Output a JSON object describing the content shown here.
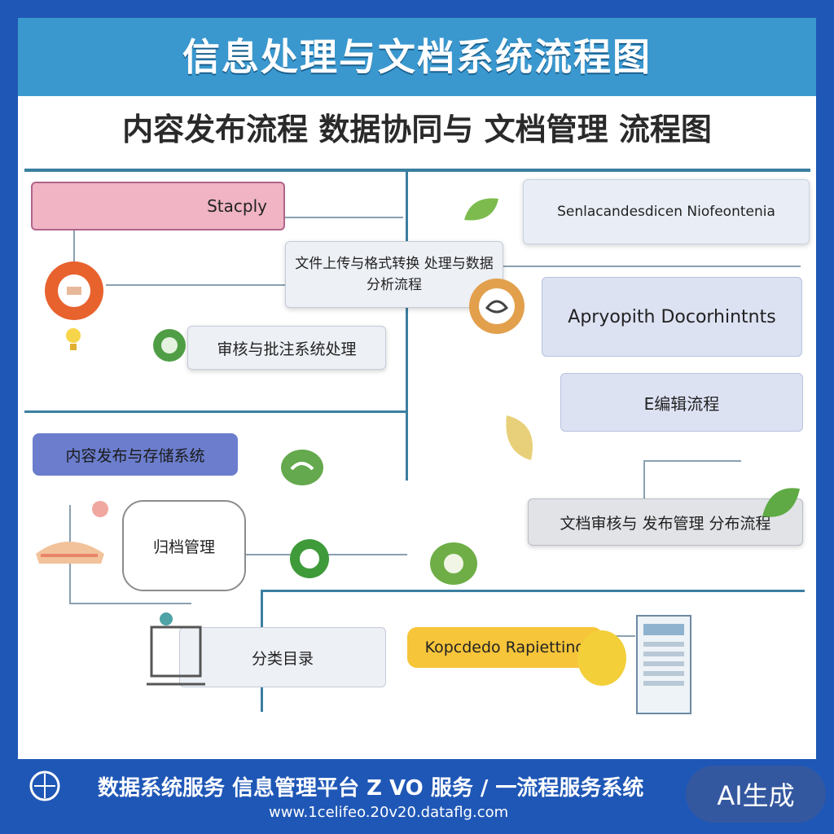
{
  "header": {
    "title": "信息处理与文档系统流程图",
    "subtitle": "内容发布流程 数据协同与 文档管理 流程图"
  },
  "nodes": {
    "stacply": "Stacply",
    "sender": "Senlacandesdicen Niofeontenia",
    "upload": "文件上传与格式转换 处理与数据分析流程",
    "approval": "Apryopith Docorhintnts",
    "review": "审核与批注系统处理",
    "edit": "E编辑流程",
    "publish": "内容发布与存储系统",
    "process": "文档审核与 发布管理 分布流程",
    "archive": "归档管理",
    "track": "分类目录",
    "report": "Kopcdedo Rapiettind"
  },
  "footer": {
    "text": "数据系统服务 信息管理平台 Z VO 服务 / 一流程服务系统",
    "url": "www.1celifeo.20v20.dataflg.com"
  },
  "badge": "AI生成",
  "colors": {
    "frame": "#1f57b6",
    "banner": "#3a98cf",
    "connector": "#3b7fa0"
  }
}
